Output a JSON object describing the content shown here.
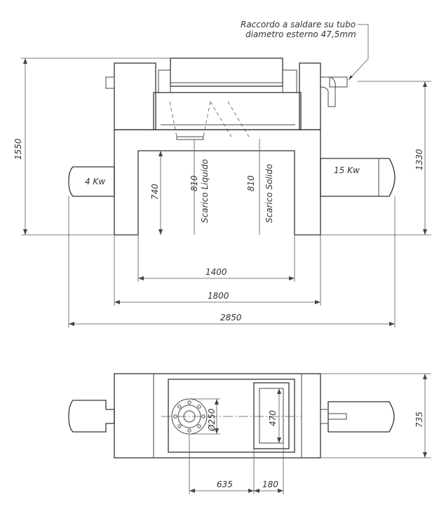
{
  "note": {
    "line1": "Raccordo a saldare su tubo",
    "line2": "diametro esterno 47,5mm"
  },
  "front_view": {
    "motor_left_label": "4 Kw",
    "motor_right_label": "15 Kw",
    "outlet_liquid_height": "810",
    "outlet_liquid_label": "Scarico Liquido",
    "outlet_solid_height": "810",
    "outlet_solid_label": "Scarico Solido",
    "dim_total_height": "1550",
    "dim_right_height": "1330",
    "dim_inner_height": "740",
    "dim_inner_width": "1400",
    "dim_frame_width": "1800",
    "dim_total_width": "2850"
  },
  "top_view": {
    "dim_diameter": "Ø250",
    "dim_opening": "470",
    "dim_depth": "735",
    "dim_offset": "635",
    "dim_opening_width": "180"
  }
}
